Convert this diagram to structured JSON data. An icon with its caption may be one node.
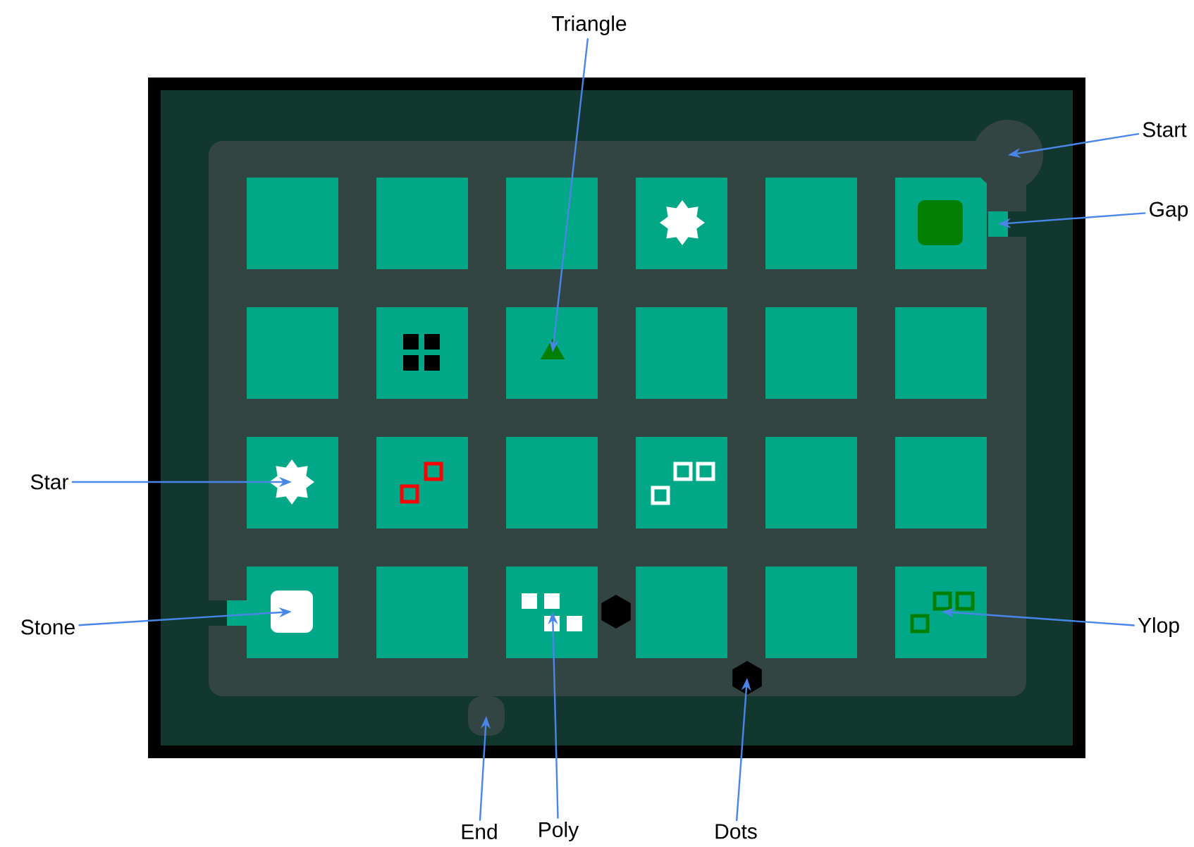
{
  "diagram": {
    "nodes": [
      {
        "text": [
          "Triangle"
        ]
      },
      {
        "text": [
          "Start"
        ]
      },
      {
        "text": [
          "Gap"
        ]
      },
      {
        "text": [
          "Star"
        ]
      },
      {
        "text": [
          "Stone"
        ]
      },
      {
        "text": [
          "Ylop"
        ]
      },
      {
        "text": [
          "End"
        ]
      },
      {
        "text": [
          "Poly"
        ]
      },
      {
        "text": [
          "Dots"
        ]
      },
      {
        "text": [],
        "shape": "triangle"
      },
      {
        "text": [],
        "shape": "circle"
      },
      {
        "text": [],
        "shape": "box"
      },
      {
        "text": [],
        "shape": "star"
      },
      {
        "text": [],
        "shape": "box"
      },
      {
        "text": [],
        "shape": "box"
      },
      {
        "text": [],
        "shape": "box"
      },
      {
        "text": [],
        "shape": "box"
      },
      {
        "text": [],
        "shape": "hexagon"
      },
      {
        "text": [],
        "shape": "box"
      },
      {
        "text": [],
        "shape": "hexagon"
      }
    ],
    "edges": [
      {
        "from": 0,
        "to": 9,
        "arrow": "to"
      },
      {
        "from": 1,
        "to": 10,
        "arrow": "to"
      },
      {
        "from": 2,
        "to": 11,
        "arrow": "to"
      },
      {
        "from": 3,
        "to": 12,
        "arrow": "to"
      },
      {
        "from": 4,
        "to": 13,
        "arrow": "to"
      },
      {
        "from": 5,
        "to": 14,
        "arrow": "to"
      },
      {
        "from": 6,
        "to": 15,
        "arrow": "to"
      },
      {
        "from": 7,
        "to": 16,
        "arrow": "to"
      },
      {
        "from": 8,
        "to": 17,
        "arrow": "to"
      }
    ]
  }
}
